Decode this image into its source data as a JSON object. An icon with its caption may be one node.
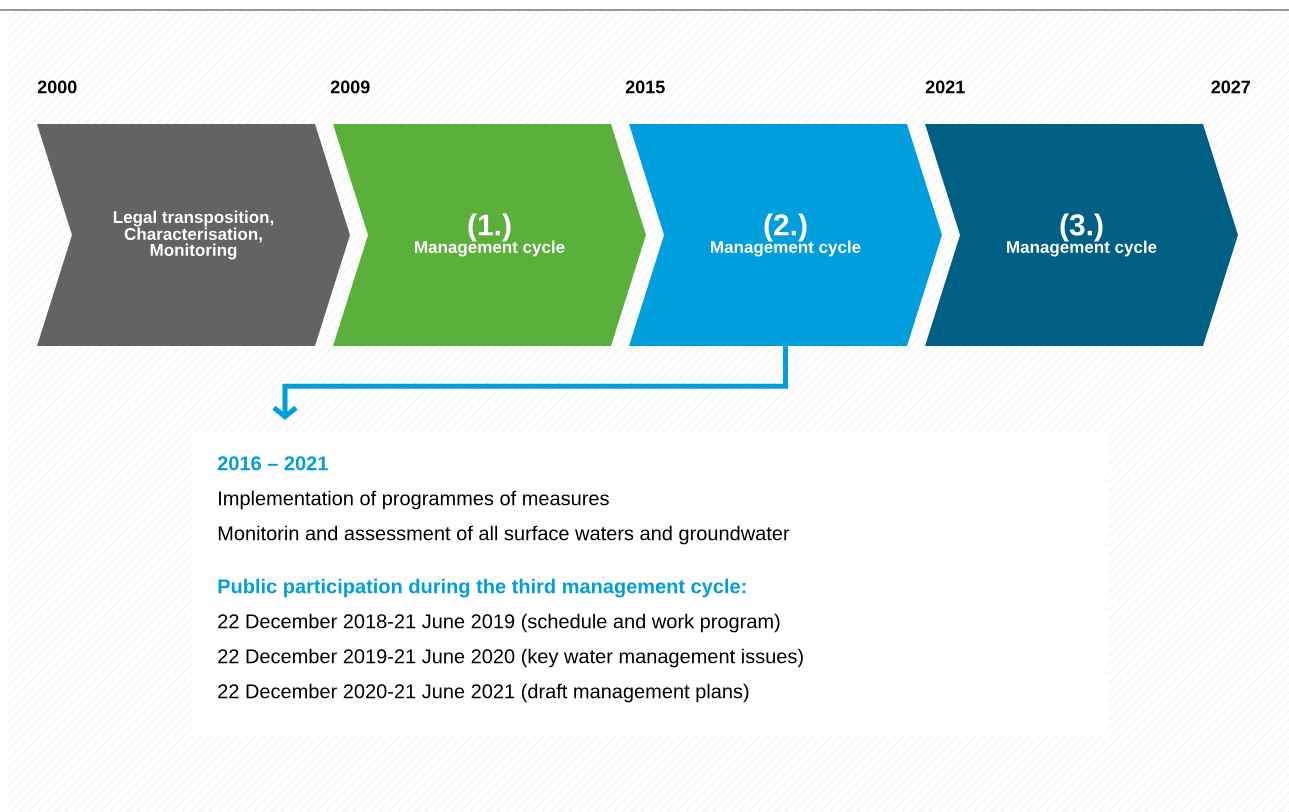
{
  "diagram": {
    "nodes": [
      {
        "text": [
          "Legal transposition, Characterisation, Monitoring"
        ]
      },
      {
        "text": [
          "(1.)",
          "Management cycle"
        ]
      },
      {
        "text": [
          "(2.)",
          "Management cycle"
        ]
      },
      {
        "text": [
          "(3.)",
          "Management cycle"
        ]
      },
      {
        "text": [
          "2016 – 2021",
          "Implementation of programmes of measures",
          "Monitorin and assessment of all surface waters and groundwater",
          "Public participation during the third management cycle:",
          "22 December 2018-21 June 2019 (schedule and work program)",
          "22 December 2019-21 June 2020 (key water management issues)",
          "22 December 2020-21 June 2021 (draft management plans)"
        ]
      }
    ],
    "edges": [
      {
        "from": 2,
        "to": 4,
        "arrow": "to"
      }
    ],
    "labels": [
      "2000",
      "2009",
      "2015",
      "2021",
      "2027"
    ]
  }
}
